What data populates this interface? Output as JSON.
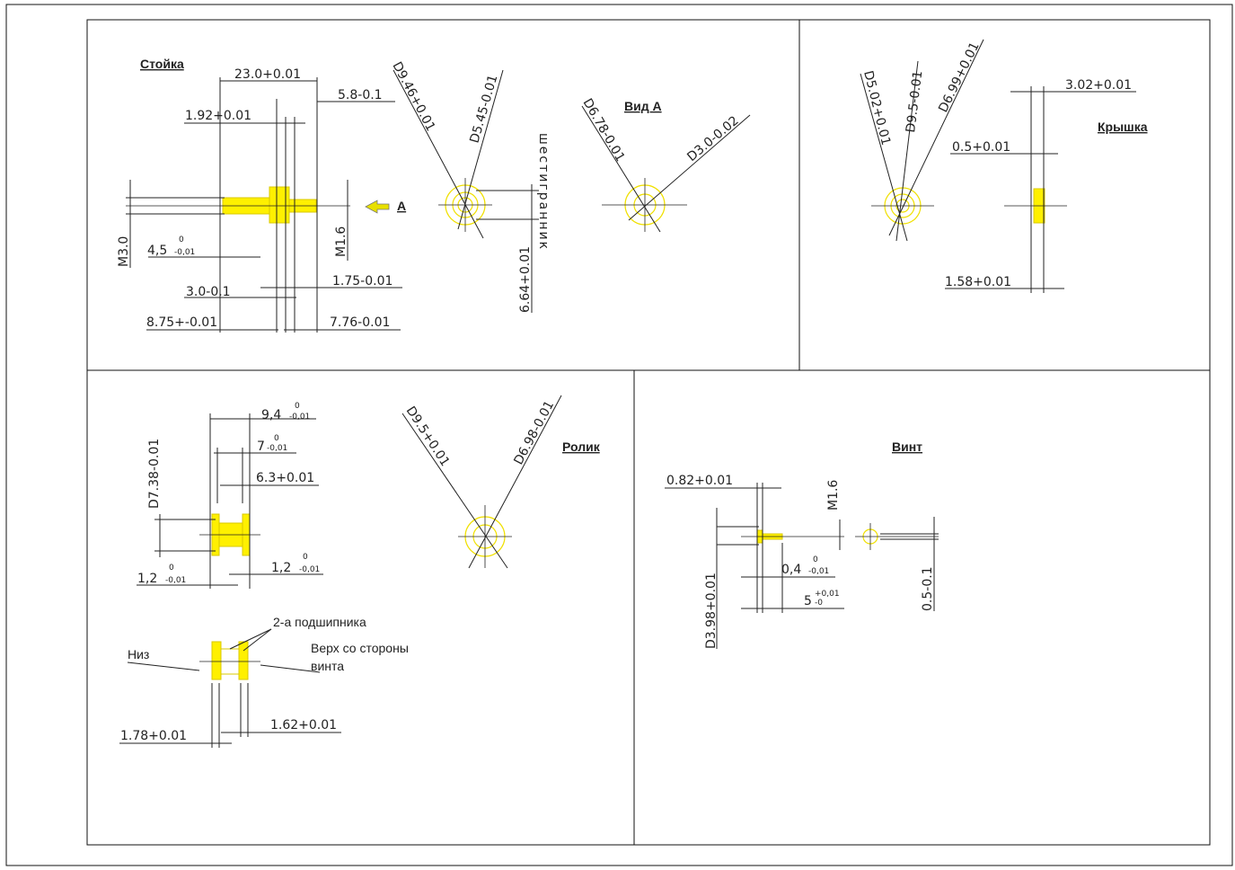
{
  "titles": {
    "stoyka": "Стойка",
    "vid_a": "Вид А",
    "kryshka": "Крышка",
    "rolik": "Ролик",
    "vint": "Винт",
    "arrow_a": "А"
  },
  "stoyka": {
    "d1": "23.0+0.01",
    "d2": "5.8-0.1",
    "d3": "1.92+0.01",
    "d4": "M3.0",
    "d5a": "4,5",
    "d5sup": "0",
    "d5sub": "-0,01",
    "d6": "M1.6",
    "d7": "3.0-0.1",
    "d8": "1.75-0.01",
    "d9": "8.75+-0.01",
    "d10": "7.76-0.01",
    "d11": "D9.46+0.01",
    "d12": "D5.45-0.01",
    "d13": "6.64+0.01",
    "d14": "шестигранник"
  },
  "vida": {
    "d1": "D6.78-0.01",
    "d2": "D3.0-0.02"
  },
  "kryshka": {
    "d1": "D5.02+0.01",
    "d2": "D9.5-0.01",
    "d3": "D6.99+0.01",
    "d4": "3.02+0.01",
    "d5": "0.5+0.01",
    "d6": "1.58+0.01"
  },
  "rolik": {
    "d1a": "9,4",
    "d1sup": "0",
    "d1sub": "-0,01",
    "d2a": "7",
    "d2sup": "0",
    "d2sub": "-0,01",
    "d3": "6.3+0.01",
    "d4": "D7.38-0.01",
    "d5a": "1,2",
    "d5sup": "0",
    "d5sub": "-0,01",
    "d6a": "1,2",
    "d6sup": "0",
    "d6sub": "-0,01",
    "d7": "D9.5+0.01",
    "d8": "D6.98-0.01",
    "n1": "2-а подшипника",
    "n2": "Верх со стороны",
    "n3": "винта",
    "n4": "Низ",
    "d9": "1.78+0.01",
    "d10": "1.62+0.01"
  },
  "vint": {
    "d1": "0.82+0.01",
    "d2": "M1.6",
    "d3a": "0,4",
    "d3sup": "0",
    "d3sub": "-0,01",
    "d4a": "5",
    "d4sup": "+0,01",
    "d4sub": "-0",
    "d5": "D3.98+0.01",
    "d6": "0.5-0.1"
  },
  "colors": {
    "part": "#fff000",
    "line": "#222222",
    "frame": "#111111"
  }
}
